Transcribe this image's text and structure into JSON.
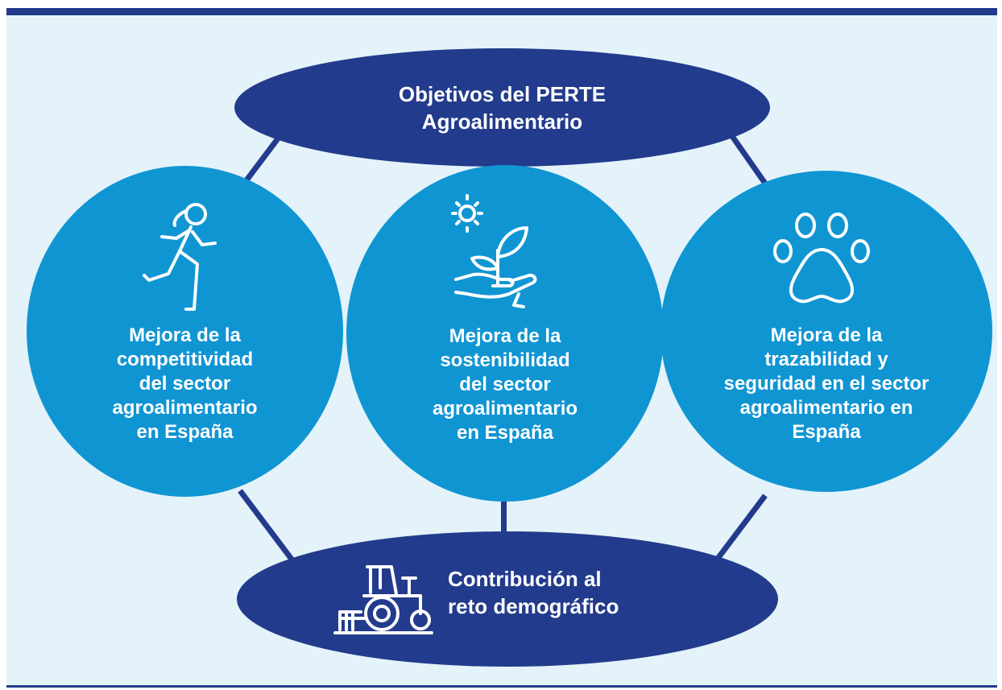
{
  "colors": {
    "navy": "#233b8c",
    "blue": "#1095d3",
    "background": "#e3f3f9",
    "white": "#ffffff"
  },
  "top": {
    "title": "Objetivos del PERTE\nAgroalimentario"
  },
  "objectives": [
    {
      "icon": "runner-icon",
      "label": "Mejora de la\ncompetitividad\ndel sector\nagroalimentario\nen España"
    },
    {
      "icon": "plant-hand-sun-icon",
      "label": "Mejora de la\nsostenibilidad\ndel sector\nagroalimentario\nen España"
    },
    {
      "icon": "paw-icon",
      "label": "Mejora de la\ntrazabilidad y\nseguridad en el sector\nagroalimentario en\nEspaña"
    }
  ],
  "bottom": {
    "icon": "tractor-icon",
    "title": "Contribución al\nreto demográfico"
  }
}
